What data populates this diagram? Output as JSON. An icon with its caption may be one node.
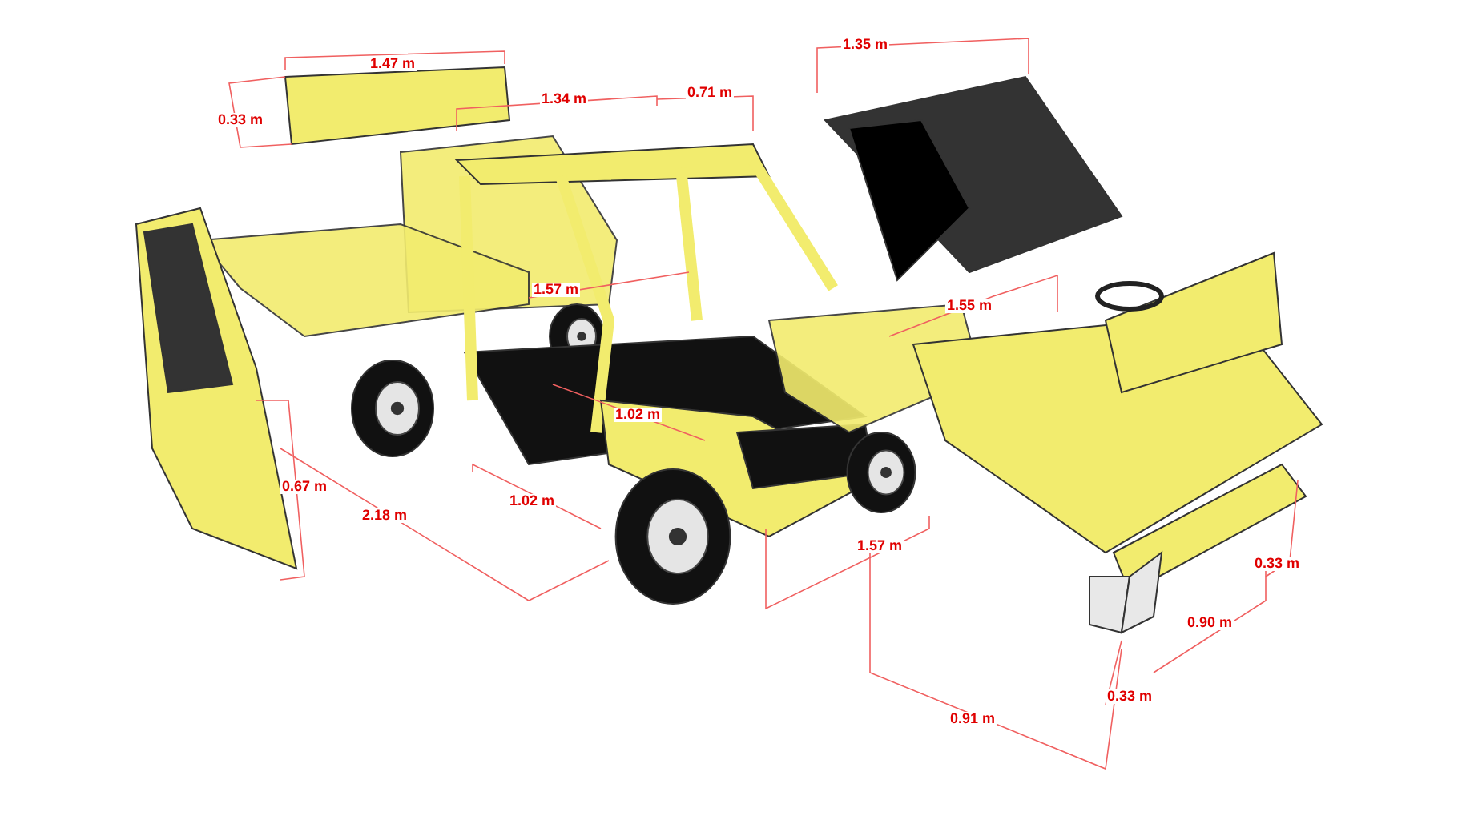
{
  "diagram": {
    "labels": [
      "1.47 m",
      "0.33 m",
      "1.34 m",
      "0.71 m",
      "1.35 m",
      "1.57 m",
      "1.55 m",
      "1.02 m",
      "0.67 m",
      "2.18 m",
      "1.02 m",
      "1.57 m",
      "0.33 m",
      "0.90 m",
      "0.33 m",
      "0.91 m"
    ]
  }
}
